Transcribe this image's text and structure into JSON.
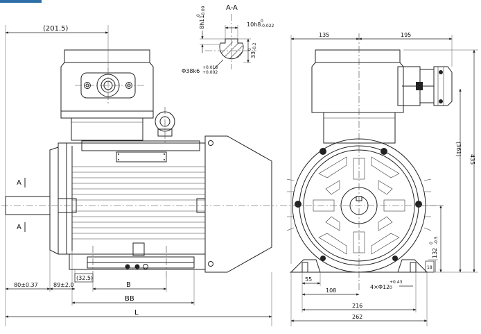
{
  "section_label": "A-A",
  "section_marks": {
    "upper": "A",
    "lower": "A"
  },
  "side_view": {
    "top_width": "(201.5)",
    "shaft_ext": "80±0.37",
    "c_dim": "89±2.0",
    "cb_dim": "(32.5)",
    "b_dim": "B",
    "bb_dim": "BB",
    "l_dim": "L"
  },
  "section": {
    "key_depth": {
      "base": "8h11",
      "tol_upper": "0",
      "tol_lower": "-0.09"
    },
    "key_width": {
      "base": "10h8",
      "tol_upper": "0",
      "tol_lower": "-0.022"
    },
    "shaft_dia": {
      "base": "Φ38k6",
      "tol_upper": "+0.018",
      "tol_lower": "+0.002"
    },
    "keyway_depth": {
      "base": "33",
      "tol_upper": "0",
      "tol_lower": "-0.2"
    }
  },
  "end_view": {
    "left_width": "135",
    "right_width": "195",
    "overall_height": "(361)",
    "total_height": "435",
    "shaft_height": {
      "base": "132",
      "tol_upper": "0",
      "tol_lower": "-0.5"
    },
    "foot_thickness": "18",
    "foot_edge": "55",
    "half_spacing": "108",
    "mount_holes": {
      "base": "4×Φ12",
      "tol_upper": "+0.43",
      "tol_lower": "0"
    },
    "foot_spacing": "216",
    "base_width": "262"
  },
  "colors": {
    "line": "#222222",
    "accent_tab": "#2f6fa8",
    "background": "#ffffff"
  }
}
